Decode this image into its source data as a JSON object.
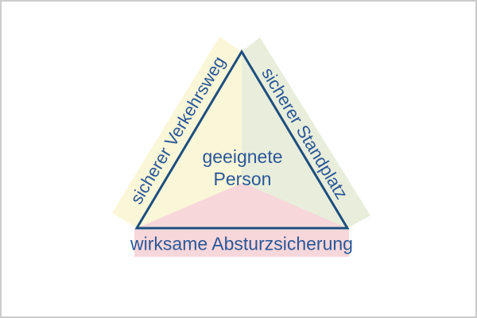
{
  "diagram": {
    "center_label_line1": "geeignete",
    "center_label_line2": "Person",
    "left_label": "sicherer Verkehrsweg",
    "right_label": "sicherer Standplatz",
    "bottom_label": "wirksame Absturzsicherung",
    "colors": {
      "left_band": "#faf6d8",
      "right_band": "#e8eedb",
      "inner_triangle": "#f8d7db",
      "bottom_band": "#f8d7db",
      "outline": "#1d4e7f",
      "label_text": "#2b5797",
      "canvas_border": "#cccccc",
      "background": "#ffffff"
    }
  }
}
